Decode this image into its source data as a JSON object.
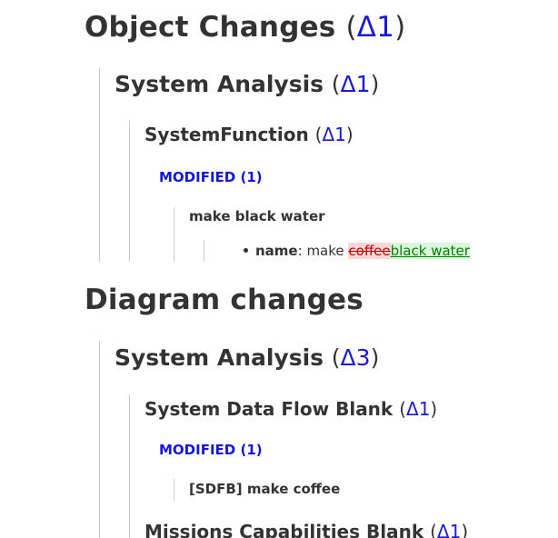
{
  "sections": [
    {
      "title": "Object Changes",
      "delta": "Δ1",
      "groups": [
        {
          "title": "System Analysis",
          "delta": "Δ1",
          "categories": [
            {
              "title": "SystemFunction",
              "delta": "Δ1",
              "status": "MODIFIED (1)",
              "items": [
                {
                  "title": "make black water",
                  "change": {
                    "property": "name",
                    "separator": ": ",
                    "unchanged_prefix": "make ",
                    "removed": "coffee",
                    "added": "black water"
                  }
                }
              ]
            }
          ]
        }
      ]
    },
    {
      "title": "Diagram changes",
      "groups": [
        {
          "title": "System Analysis",
          "delta": "Δ3",
          "categories": [
            {
              "title": "System Data Flow Blank",
              "delta": "Δ1",
              "status": "MODIFIED (1)",
              "items": [
                {
                  "title": "[SDFB] make coffee"
                }
              ]
            },
            {
              "title": "Missions Capabilities Blank",
              "delta": "Δ1"
            }
          ]
        }
      ]
    }
  ],
  "colors": {
    "text": "#333333",
    "delta": "#1a1ad6",
    "modified": "#1515d6",
    "removed_text": "#c00000",
    "removed_bg": "#ffd6d6",
    "added_text": "#008000",
    "added_bg": "#d9f7d9",
    "guide_line": "#cccccc"
  }
}
